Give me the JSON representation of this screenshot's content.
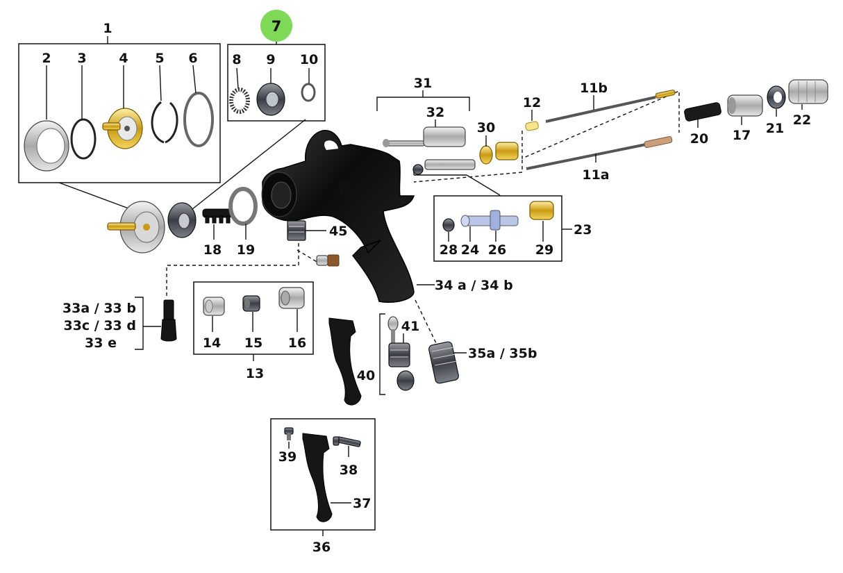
{
  "diagram": {
    "highlight_color": "#7ed957",
    "highlighted_part": "7",
    "parts": {
      "p1": "1",
      "p2": "2",
      "p3": "3",
      "p4": "4",
      "p5": "5",
      "p6": "6",
      "p7": "7",
      "p8": "8",
      "p9": "9",
      "p10": "10",
      "p11a": "11a",
      "p11b": "11b",
      "p12": "12",
      "p13": "13",
      "p14": "14",
      "p15": "15",
      "p16": "16",
      "p17": "17",
      "p18": "18",
      "p19": "19",
      "p20": "20",
      "p21": "21",
      "p22": "22",
      "p23": "23",
      "p24": "24",
      "p26": "26",
      "p28": "28",
      "p29": "29",
      "p30": "30",
      "p31": "31",
      "p32": "32",
      "p33_line1": "33a / 33 b",
      "p33_line2": "33c / 33 d",
      "p33_line3": "33 e",
      "p34": "34 a / 34 b",
      "p35": "35a / 35b",
      "p36": "36",
      "p37": "37",
      "p38": "38",
      "p39": "39",
      "p40": "40",
      "p41": "41",
      "p45": "45"
    }
  }
}
